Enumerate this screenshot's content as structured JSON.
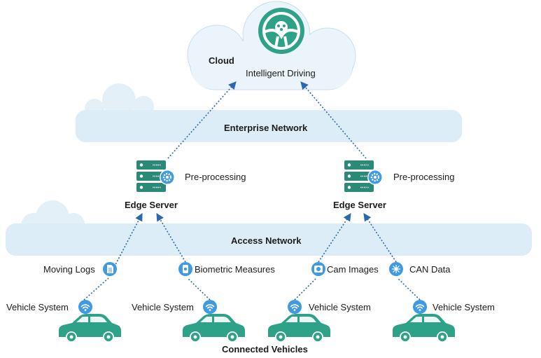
{
  "cloud": {
    "label": "Cloud",
    "service": "Intelligent Driving",
    "icon": "steering-wheel-brain-icon"
  },
  "networks": {
    "enterprise": "Enterprise Network",
    "access": "Access Network"
  },
  "edge_servers": [
    {
      "title": "Edge Server",
      "function": "Pre-processing",
      "icon": "server-gear-icon"
    },
    {
      "title": "Edge Server",
      "function": "Pre-processing",
      "icon": "server-gear-icon"
    }
  ],
  "data_types": [
    {
      "label": "Moving Logs",
      "icon": "document-icon"
    },
    {
      "label": "Biometric Measures",
      "icon": "biometric-icon"
    },
    {
      "label": "Cam Images",
      "icon": "camera-icon"
    },
    {
      "label": "CAN Data",
      "icon": "network-hub-icon"
    }
  ],
  "vehicles": [
    {
      "label": "Vehicle System",
      "icon": "car-icon"
    },
    {
      "label": "Vehicle System",
      "icon": "car-icon"
    },
    {
      "label": "Vehicle System",
      "icon": "car-icon"
    },
    {
      "label": "Vehicle System",
      "icon": "car-icon"
    }
  ],
  "footer": {
    "label": "Connected Vehicles"
  },
  "colors": {
    "network_fill": "#dcedf7",
    "network_stroke": "#c5dff0",
    "accent_blue": "#3f9ae2",
    "car_teal": "#2ea189",
    "server_teal": "#2a8a78",
    "arrow": "#2c67b0"
  }
}
